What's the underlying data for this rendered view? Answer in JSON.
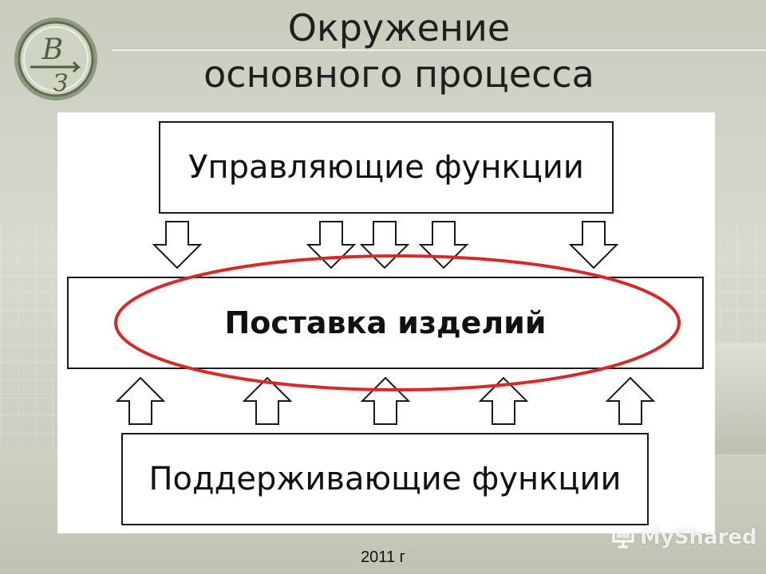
{
  "title": {
    "line1": "Окружение",
    "line2": "основного процесса"
  },
  "logo": {
    "letter_top": "В",
    "letter_bottom": "З"
  },
  "diagram": {
    "top_box": "Управляющие функции",
    "center_box": "Поставка изделий",
    "bottom_box": "Поддерживающие функции",
    "arrows_down_count": 5,
    "arrows_up_count": 5,
    "highlight_color": "#d42a2a"
  },
  "footer": {
    "year": "2011 г"
  },
  "watermark": {
    "text": "MyShared",
    "icon": "presentation-board-icon"
  },
  "colors": {
    "background": "#d2d5c6",
    "box_border": "#1a1a1a",
    "ellipse": "#d42a2a"
  }
}
